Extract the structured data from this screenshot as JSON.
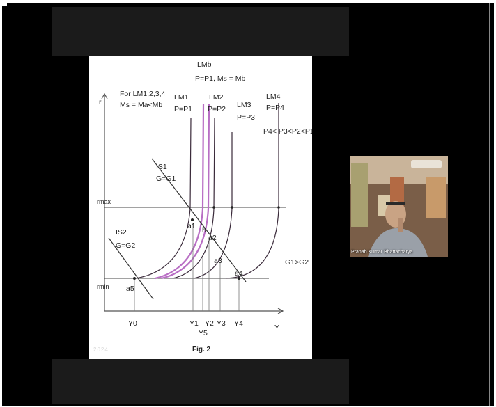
{
  "slide": {
    "axis_r": "r",
    "axis_y": "Y",
    "r_max": "rmax",
    "r_min": "rmin",
    "lmb_title": "LMb",
    "lmb_condition": "P=P1, Ms = Mb",
    "for_lm_line1": "For LM1,2,3,4",
    "for_lm_line2": "Ms = Ma<Mb",
    "lm1_label": "LM1",
    "lm1_price": "P=P1",
    "lm2_label": "LM2",
    "lm2_price": "P=P2",
    "lm3_label": "LM3",
    "lm3_price": "P=P3",
    "lm4_label": "LM4",
    "lm4_price": "P=P4",
    "price_order": "P4< P3<P2<P1",
    "is1_label": "IS1",
    "is1_gov": "G=G1",
    "is2_label": "IS2",
    "is2_gov": "G=G2",
    "g_compare": "G1>G2",
    "point_a1": "a1",
    "point_b": "b",
    "point_a2": "a2",
    "point_a3": "a3",
    "point_a4": "a4",
    "point_a5": "a5",
    "x_y0": "Y0",
    "x_y1": "Y1",
    "x_y2": "Y2",
    "x_y3": "Y3",
    "x_y4": "Y4",
    "x_y5": "Y5",
    "caption": "Fig. 2",
    "watermark": "2024"
  },
  "video": {
    "participant_name": "Pranab Kumar Bhattacharya"
  },
  "colors": {
    "curve_purple": "#b86ec4",
    "curve_dark": "#3a2a3a",
    "axis": "#555555",
    "background": "#000000",
    "slide_bg": "#ffffff"
  }
}
